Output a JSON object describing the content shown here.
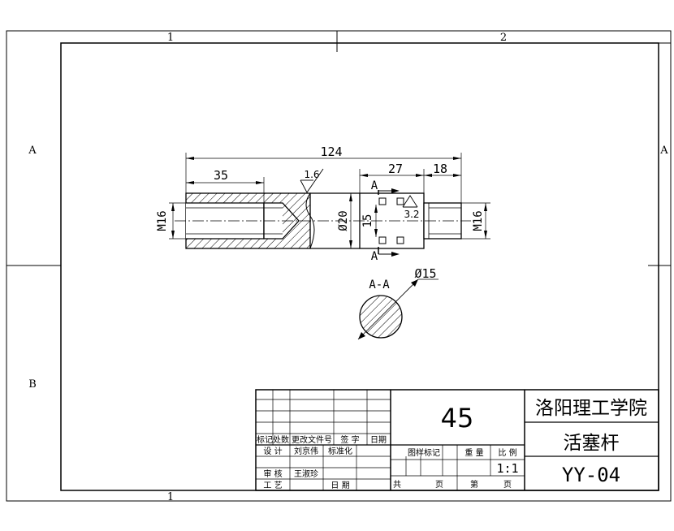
{
  "frame": {
    "zone_cols_top": [
      "1",
      "2"
    ],
    "zone_cols_bottom": [
      "1"
    ],
    "zone_rows": [
      "A",
      "B"
    ],
    "zone_row_right": "A"
  },
  "part": {
    "dims": {
      "overall": "124",
      "thread_len": "35",
      "flat_len": "27",
      "tail_len": "18",
      "dia_thread_left": "M16",
      "dia_body": "Ø20",
      "dia_flat": "15",
      "dia_thread_right": "M16",
      "roughness_1": "1.6",
      "roughness_2": "3.2"
    },
    "section_marks": [
      "A",
      "A"
    ],
    "section_view": {
      "label": "A-A",
      "diameter": "Ø15"
    }
  },
  "title_block": {
    "material": "45",
    "school": "洛阳理工学院",
    "part_name": "活塞杆",
    "drawing_no": "YY-04",
    "scale_value": "1:1",
    "headers": {
      "mark": "标记",
      "count": "处数",
      "change_doc": "更改文件号",
      "signature": "签 字",
      "date": "日期",
      "designer": "设 计",
      "designer_name": "刘京伟",
      "standardize": "标准化",
      "reviewer": "审 核",
      "reviewer_name": "王淑珍",
      "process": "工 艺",
      "date2": "日 期",
      "stage_mark": "图样标记",
      "weight": "重 量",
      "scale": "比 例",
      "total": "共",
      "sheet": "页",
      "page_no": "第",
      "sheet2": "页"
    }
  }
}
